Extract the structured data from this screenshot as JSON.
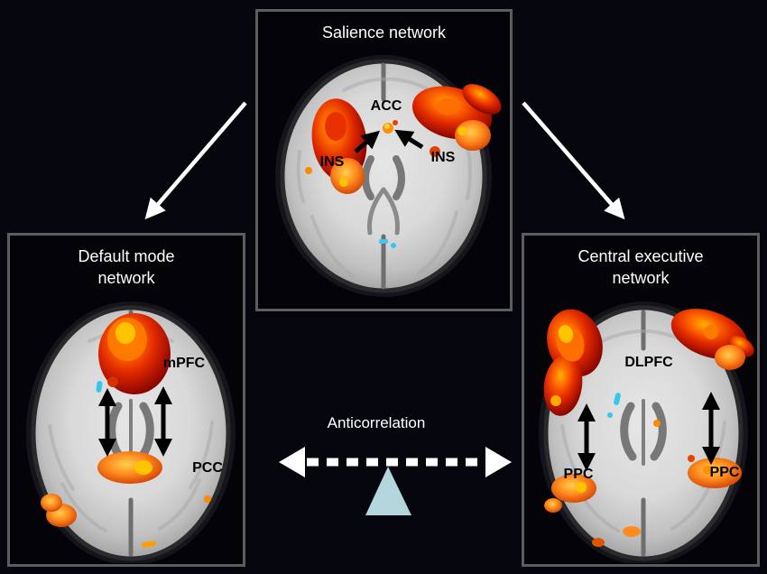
{
  "panels": {
    "salience": {
      "title": "Salience network",
      "labels": {
        "acc": "ACC",
        "ins_left": "INS",
        "ins_right": "INS"
      }
    },
    "dmn": {
      "title": "Default mode\nnetwork",
      "labels": {
        "mpfc": "mPFC",
        "pcc": "PCC"
      }
    },
    "cen": {
      "title": "Central executive\nnetwork",
      "labels": {
        "dlpfc": "DLPFC",
        "ppc_left": "PPC",
        "ppc_right": "PPC"
      }
    }
  },
  "anticorrelation": {
    "label": "Anticorrelation"
  },
  "colors": {
    "background": "#05050e",
    "panel_border": "#5d5d5d",
    "activation_hot": "#e02800",
    "activation_bright": "#ffb300",
    "deactivation_blue": "#35c8ee",
    "arrow_white": "#ffffff",
    "arrow_black": "#000000",
    "anticorrelation_triangle": "#b2d6dc",
    "title_text": "#ffffff",
    "region_label_text": "#000000"
  }
}
